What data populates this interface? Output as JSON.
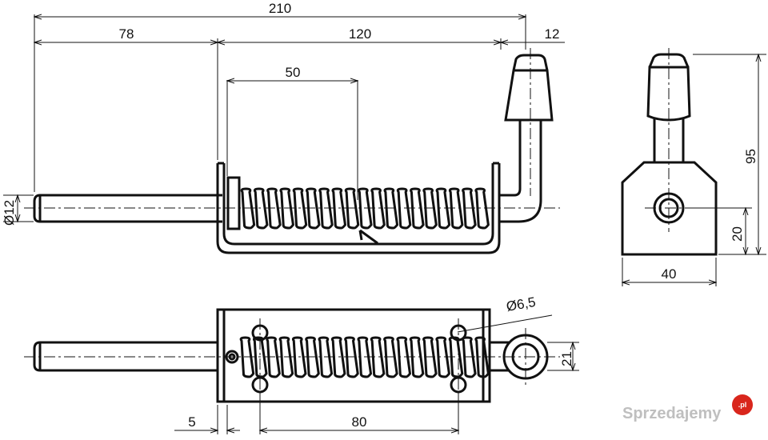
{
  "dimensions": {
    "overall_length": "210",
    "handle_offset": "78",
    "body_length": "120",
    "handle_width": "12",
    "stroke": "50",
    "pin_diameter": "Ø12",
    "height": "95",
    "axis_height": "20",
    "base_width": "40",
    "hole_diameter": "Ø6,5",
    "bracket_width": "21",
    "edge_offset": "5",
    "hole_spacing": "80"
  },
  "watermark": {
    "text": "Sprzedajemy",
    "badge": ".pl"
  },
  "colors": {
    "lines": "#111111",
    "watermark": "#bfbfbf",
    "badge": "#d9261c"
  }
}
